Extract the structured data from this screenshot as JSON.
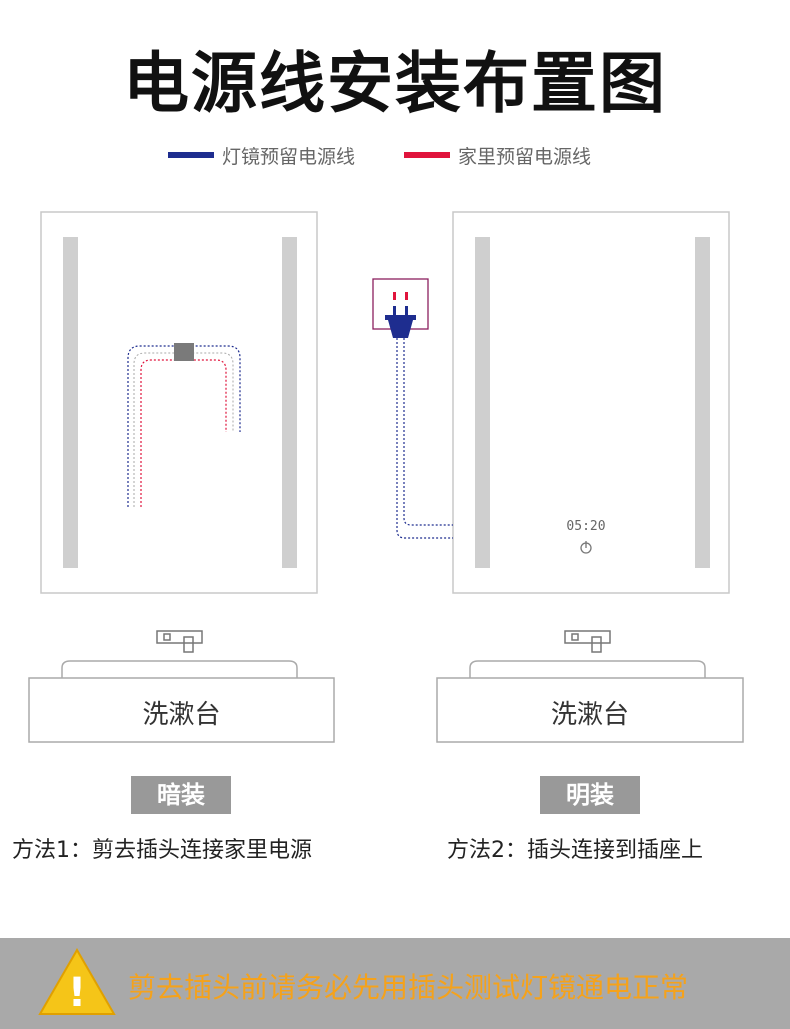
{
  "title": "电源线安装布置图",
  "legend": [
    {
      "label": "灯镜预留电源线",
      "color": "#1e2d8f"
    },
    {
      "label": "家里预留电源线",
      "color": "#e0143c"
    }
  ],
  "left": {
    "basin_label": "洗漱台",
    "badge": "暗装",
    "method": "方法1：剪去插头连接家里电源"
  },
  "right": {
    "basin_label": "洗漱台",
    "badge": "明装",
    "method": "方法2：插头连接到插座上",
    "clock": "05:20"
  },
  "warning": {
    "text": "剪去插头前请务必先用插头测试灯镜通电正常",
    "icon_glyph": "!"
  },
  "colors": {
    "led_strip": "#cfcfcf",
    "frame": "#c8c8c8",
    "warning_text": "#f5a21b",
    "warning_icon": "#f5c518",
    "badge_bg": "#999999"
  }
}
